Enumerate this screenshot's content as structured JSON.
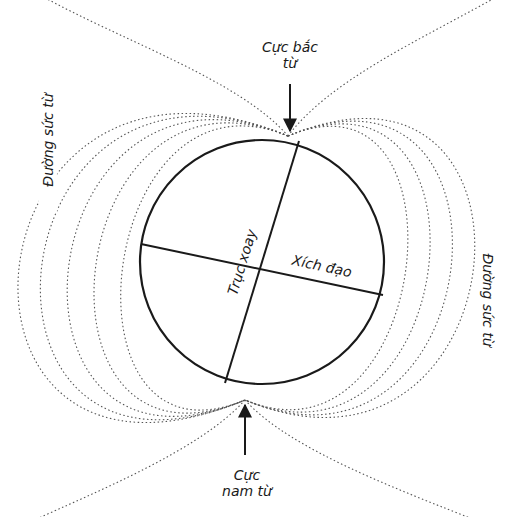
{
  "diagram": {
    "labels": [
      "Cực bắc từ",
      "Trục xoay",
      "Xích đạo",
      "Đường sức từ",
      "Đường sức từ",
      "Cực nam từ"
    ]
  }
}
